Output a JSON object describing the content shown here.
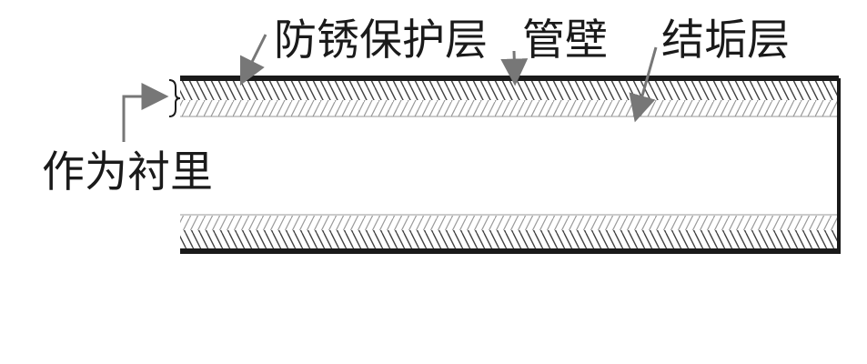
{
  "labels": {
    "anti_rust_layer": "防锈保护层",
    "pipe_wall": "管壁",
    "scale_layer": "结垢层",
    "lining": "作为衬里"
  },
  "colors": {
    "line": "#1a1a1a",
    "arrow": "#777777",
    "hatch": "#444444",
    "hatch_light": "#9a9a9a"
  }
}
